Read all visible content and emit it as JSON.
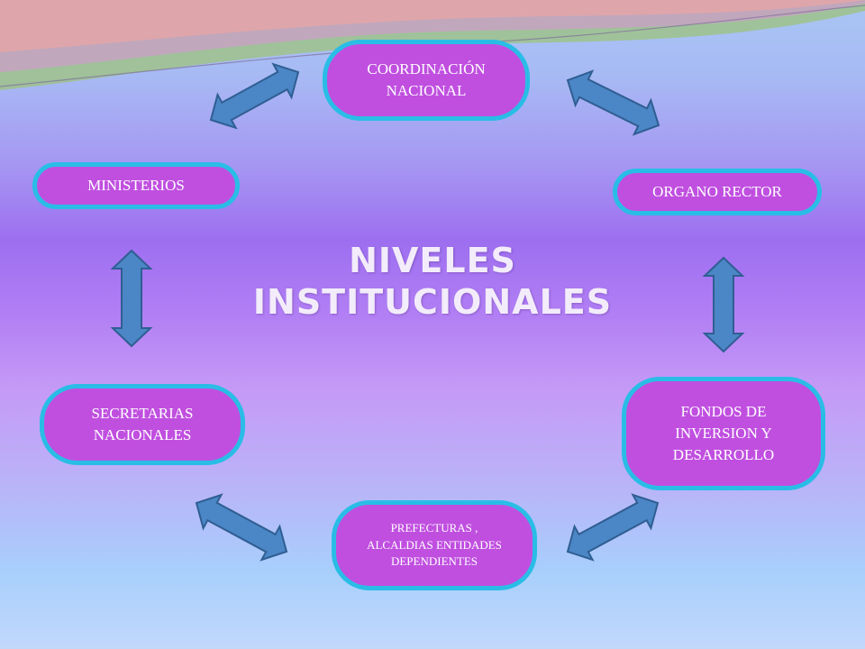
{
  "diagram": {
    "title": "NIVELES\nINSTITUCIONALES",
    "nodes": {
      "coordinacion": "COORDINACIÓN\nNACIONAL",
      "ministerios": "MINISTERIOS",
      "organo_rector": "ORGANO RECTOR",
      "secretarias": "SECRETARIAS\nNACIONALES",
      "fondos": "FONDOS DE\nINVERSION Y\nDESARROLLO",
      "prefecturas": "PREFECTURAS ,\nALCALDIAS ENTIDADES\nDEPENDIENTES"
    },
    "connections": [
      [
        "ministerios",
        "coordinacion"
      ],
      [
        "coordinacion",
        "organo_rector"
      ],
      [
        "ministerios",
        "secretarias"
      ],
      [
        "organo_rector",
        "fondos"
      ],
      [
        "secretarias",
        "prefecturas"
      ],
      [
        "prefecturas",
        "fondos"
      ]
    ],
    "colors": {
      "node_fill": "#c04fe0",
      "node_border": "#29bde6",
      "arrow_fill": "#4b86c6",
      "title_text": "#f3ecfb"
    }
  }
}
